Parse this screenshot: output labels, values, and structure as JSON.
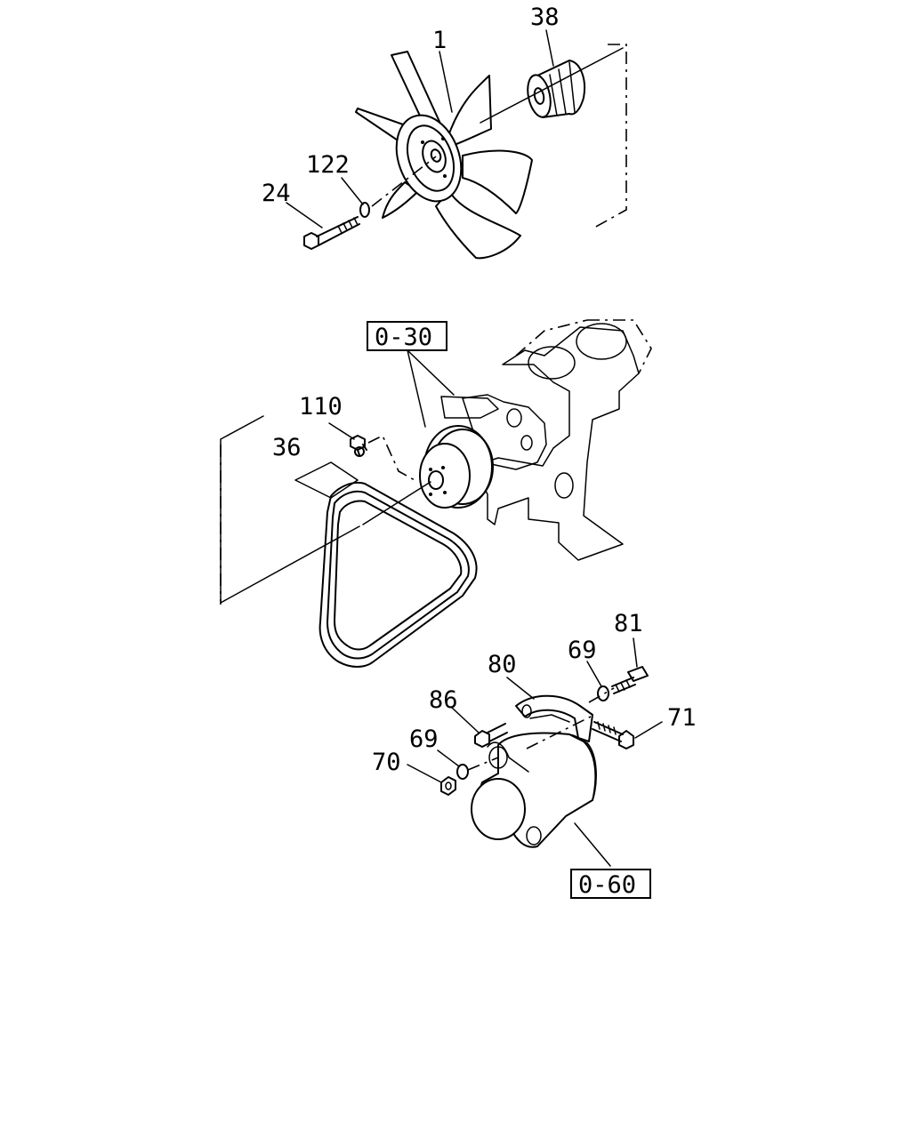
{
  "callouts": {
    "c1": "1",
    "c38": "38",
    "c122": "122",
    "c24": "24",
    "c110": "110",
    "c36": "36",
    "c81": "81",
    "c69a": "69",
    "c80": "80",
    "c86": "86",
    "c71": "71",
    "c69b": "69",
    "c70": "70"
  },
  "references": {
    "r030": "0-30",
    "r060": "0-60"
  }
}
